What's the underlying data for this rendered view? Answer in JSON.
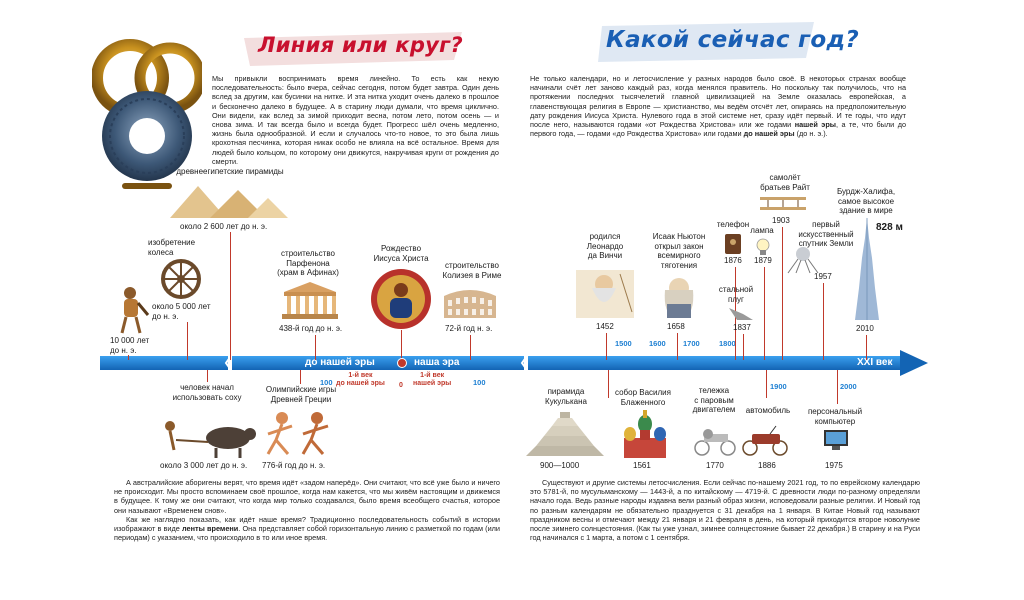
{
  "left": {
    "title": "Линия или круг?",
    "intro": "Мы привыкли воспринимать время линейно. То есть как некую последовательность: было вчера, сейчас сегодня, потом будет завтра. Один день вслед за другим, как бусинки на нитке. И эта нитка уходит очень далеко в прошлое и бесконечно далеко в будущее. А в старину люди думали, что время циклично. Они видели, как вслед за зимой приходит весна, потом лето, потом осень — и снова зима. И так всегда было и всегда будет. Прогресс шёл очень медленно, жизнь была однообразной. И если и случалось что-то новое, то это была лишь крохотная песчинка, которая никак особо не влияла на всё остальное. Время для людей было кольцом, по которому они движутся, накручивая круги от рождения до смерти.",
    "bottom_p1": "А австралийские аборигены верят, что время идёт «задом наперёд». Они считают, что всё уже было и ничего не происходит. Мы просто вспоминаем своё прошлое, когда нам кажется, что мы живём настоящим и движемся в будущее. К тому же они считают, что когда мир только создавался, было время всеобщего счастья, которое они называют «Временем снов».",
    "bottom_p2_a": "Как же наглядно показать, как идёт наше время? Традиционно последовательность событий в истории изображают в виде ",
    "bottom_p2_b": "ленты времени",
    "bottom_p2_c": ". Она представляет собой горизонтальную линию с разметкой по годам (или периодам) с указанием, что происходило в то или иное время."
  },
  "right": {
    "title": "Какой сейчас год?",
    "intro_a": "Не только календари, но и летосчисление у разных народов было своё. В некоторых странах вообще начинали счёт лет заново каждый раз, когда менялся правитель. Но поскольку так получилось, что на протяжении последних тысячелетий главной цивилизацией на Земле оказалась европейская, а главенствующая религия в Европе — христианство, мы ведём отсчёт лет, опираясь на предположительную дату рождения Иисуса Христа. Нулевого года в этой системе нет, сразу идёт первый. И те годы, что идут после него, называются годами «от Рождества Христова» или же годами ",
    "intro_b": "нашей эры",
    "intro_c": ", а те, что были до первого года, — годами «до Рождества Христова» или годами ",
    "intro_d": "до нашей эры",
    "intro_e": " (до н. э.).",
    "bottom": "Существуют и другие системы летосчисления. Если сейчас по-нашему 2021 год, то по еврейскому календарю это 5781-й, по мусульманскому — 1443-й, а по китайскому — 4719-й. С древности люди по-разному определяли начало года. Ведь разные народы издавна вели разный образ жизни, исповедовали разные религии. И Новый год по разным календарям не обязательно празднуется с 31 декабря на 1 января. В Китае Новый год называют праздником весны и отмечают между 21 января и 21 февраля в день, на который приходится второе новолуние после зимнего солнцестояния. (Как ты уже узнал, зимнее солнцестояние бывает 22 декабря.) В старину и на Руси год начинался с 1 марта, а потом с 1 сентября."
  },
  "timeline": {
    "bce_label": "до нашей эры",
    "ce_label": "наша эра",
    "century_label": "XXI век",
    "first_bce": "1-й век\nдо нашей эры",
    "first_ce": "1-й век\nнашей эры",
    "zero": "0",
    "ticks": [
      "100",
      "100",
      "1500",
      "1600",
      "1700",
      "1800",
      "1900",
      "2000"
    ]
  },
  "events_top": [
    {
      "label": "древнеегипетские пирамиды",
      "date": "около 2 600 лет до н. э."
    },
    {
      "label": "изобретение\nколеса",
      "date": "около 5 000 лет\nдо н. э."
    },
    {
      "label": "",
      "date": "10 000 лет\nдо н. э."
    },
    {
      "label": "строительство\nПарфенона\n(храм в Афинах)",
      "date": "438-й год до н. э."
    },
    {
      "label": "Рождество\nИисуса Христа",
      "date": ""
    },
    {
      "label": "строительство\nКолизея в Риме",
      "date": "72-й год н. э."
    },
    {
      "label": "родился\nЛеонардо\nда Винчи",
      "date": "1452"
    },
    {
      "label": "Исаак Ньютон\nоткрыл закон\nвсемирного\nтяготения",
      "date": "1658"
    },
    {
      "label": "телефон",
      "date": "1876"
    },
    {
      "label": "лампа",
      "date": "1879"
    },
    {
      "label": "самолёт\nбратьев Райт",
      "date": "1903"
    },
    {
      "label": "стальной\nплуг",
      "date": "1837"
    },
    {
      "label": "первый\nискусственный\nспутник Земли",
      "date": "1957"
    },
    {
      "label": "Бурдж-Халифа,\nсамое высокое\nздание в мире",
      "date": "2010",
      "extra": "828 м"
    }
  ],
  "events_bottom": [
    {
      "label": "человек начал\nиспользовать соху",
      "date": "около 3 000 лет до н. э."
    },
    {
      "label": "Олимпийские игры\nДревней Греции",
      "date": "776-й год до н. э."
    },
    {
      "label": "пирамида\nКукулькана",
      "date": "900—1000"
    },
    {
      "label": "собор Василия\nБлаженного",
      "date": "1561"
    },
    {
      "label": "тележка\nс паровым\nдвигателем",
      "date": "1770"
    },
    {
      "label": "автомобиль",
      "date": "1886"
    },
    {
      "label": "персональный\nкомпьютер",
      "date": "1975"
    }
  ],
  "colors": {
    "accent_red": "#c0392b",
    "timeline_blue": "#1d7fd2",
    "title_red": "#c8102e",
    "title_blue": "#1a5fb4"
  }
}
